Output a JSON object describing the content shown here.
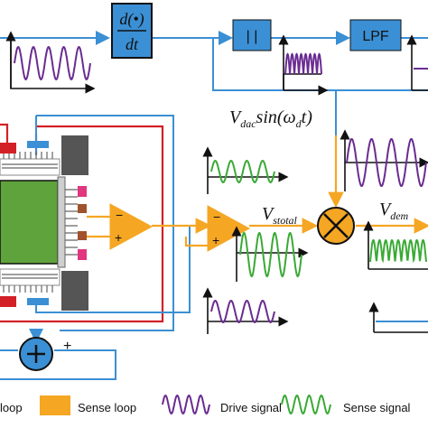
{
  "blocks": {
    "derivative": {
      "numerator": "d(•)",
      "denominator": "dt"
    },
    "abs": {
      "label": "| |"
    },
    "lpf": {
      "label": "LPF"
    }
  },
  "signals": {
    "vdac": {
      "base": "V",
      "sub": "dac",
      "expr": "sin(ω",
      "sub2": "d",
      "tail": "t)"
    },
    "vstotal": {
      "base": "V",
      "sub": "stotal"
    },
    "vdem": {
      "base": "V",
      "sub": "dem"
    }
  },
  "amps": {
    "minus": "−",
    "plus": "+"
  },
  "adder": {
    "plus": "+"
  },
  "legend": {
    "drive_loop": "loop",
    "sense_loop": "Sense loop",
    "drive_signal": "Drive signal",
    "sense_signal": "Sense signal"
  },
  "colors": {
    "drive_loop": "#d32027",
    "sense_loop": "#f5a623",
    "wire": "#3b8fd4",
    "block_fill": "#3b8fd4",
    "drive_signal": "#6a2c91",
    "sense_signal": "#3aaa35",
    "proof_mass": "#5fa33c"
  }
}
